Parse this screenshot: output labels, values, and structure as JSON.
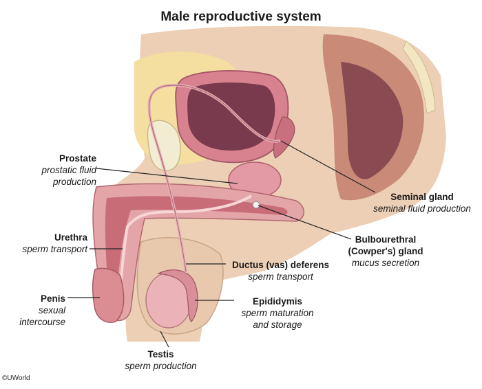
{
  "title": "Male reproductive system",
  "labels": {
    "prostate": {
      "name": "Prostate",
      "function_lines": [
        "prostatic fluid",
        "production"
      ]
    },
    "urethra": {
      "name": "Urethra",
      "function_lines": [
        "sperm transport"
      ]
    },
    "penis": {
      "name": "Penis",
      "function_lines": [
        "sexual intercourse"
      ]
    },
    "testis": {
      "name": "Testis",
      "function_lines": [
        "sperm production"
      ]
    },
    "seminal_gland": {
      "name": "Seminal gland",
      "function_lines": [
        "seminal fluid production"
      ]
    },
    "bulbourethral_gland": {
      "name_lines": [
        "Bulbourethral",
        "(Cowper's) gland"
      ],
      "function_lines": [
        "mucus secretion"
      ]
    },
    "ductus_deferens": {
      "name": "Ductus (vas) deferens",
      "function_lines": [
        "sperm transport"
      ]
    },
    "epididymis": {
      "name": "Epididymis",
      "function_lines": [
        "sperm maturation",
        "and storage"
      ]
    }
  },
  "copyright": "©UWorld",
  "colors": {
    "skin": "#eccfb4",
    "bone": "#f2e7c2",
    "fat": "#f4dea0",
    "tissue": "#d9828f",
    "lumen": "#7a3a4e",
    "leader": "#222222"
  }
}
